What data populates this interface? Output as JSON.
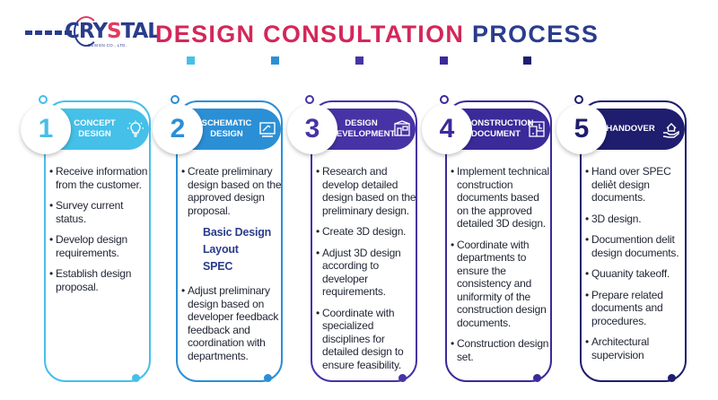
{
  "logo": {
    "text_start": "CRY",
    "text_accent": "S",
    "text_end": "TAL",
    "subtitle": "DESIGN CO., LTD."
  },
  "title": {
    "part1": "DESIGN CONSULTATION",
    "part2": "PROCESS"
  },
  "colors": {
    "title_red": "#d3275a",
    "title_navy": "#2a3c8c",
    "step1": "#45c0e8",
    "step2": "#2b8fd6",
    "step3": "#4733a6",
    "step4": "#3a2a9a",
    "step5": "#1f1d6e",
    "marks": [
      "#45c0e8",
      "#2b8fd6",
      "#4733a6",
      "#3a2a9a",
      "#1f1d6e"
    ]
  },
  "steps": [
    {
      "number": "1",
      "label": "CONCEPT DESIGN",
      "icon": "lightbulb-icon",
      "bullets": [
        "Receive information from the customer.",
        "Survey current status.",
        "Develop design requirements.",
        "Establish design proposal."
      ]
    },
    {
      "number": "2",
      "label": "SCHEMATIC DESIGN",
      "icon": "drafting-board-icon",
      "bullets": [
        "Create preliminary design based on the approved design proposal.",
        "Adjust preliminary design based on developer feedback feedback and coordination with departments."
      ],
      "subitems": [
        "Basic Design",
        "Layout",
        "SPEC"
      ],
      "subitem_color": "#2a3c8c"
    },
    {
      "number": "3",
      "label": "DESIGN DEVELOPMENT",
      "icon": "building-plan-icon",
      "bullets": [
        "Research and develop detailed design based on the preliminary design.",
        "Create 3D design.",
        "Adjust 3D design according to developer requirements.",
        "Coordinate with specialized disciplines for detailed design to ensure feasibility."
      ]
    },
    {
      "number": "4",
      "label": "CONSTRUCTION DOCUMENT",
      "icon": "blueprint-icon",
      "bullets": [
        "Implement technical construction documents based on the approved detailed 3D design.",
        "Coordinate with departments to ensure the consistency and uniformity of the construction design documents.",
        "Construction design set."
      ]
    },
    {
      "number": "5",
      "label": "HANDOVER",
      "icon": "house-in-hand-icon",
      "bullets": [
        "Hand over SPEC deliẻt design documents.",
        "3D design.",
        "Documention delit design documents.",
        "Quuanity takeoff.",
        "Prepare related documents and procedures.",
        "Architectural supervision"
      ]
    }
  ]
}
